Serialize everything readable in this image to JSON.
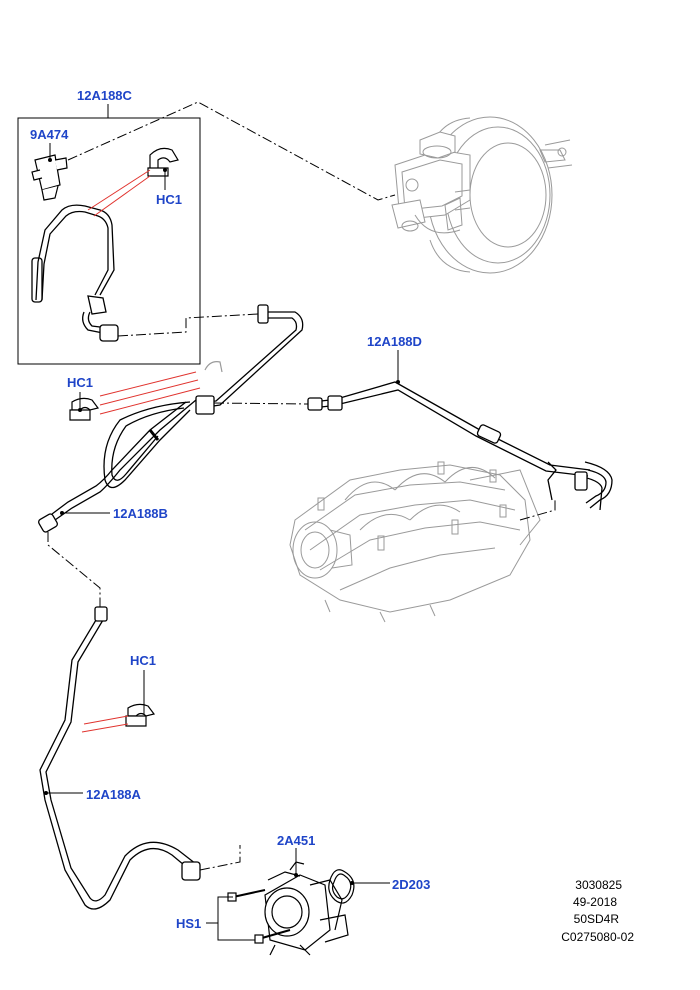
{
  "colors": {
    "callout": "#1f45c8",
    "line": "#000000",
    "phantom": "#9a9a9a",
    "red_leader": "#e0332e"
  },
  "callouts": {
    "12A188C": "12A188C",
    "9A474": "9A474",
    "HC1_top": "HC1",
    "12A188D": "12A188D",
    "HC1_mid": "HC1",
    "12A188B": "12A188B",
    "HC1_low": "HC1",
    "12A188A": "12A188A",
    "2A451": "2A451",
    "2D203": "2D203",
    "HS1": "HS1"
  },
  "reference": {
    "line1": "3030825",
    "line2": "49-2018",
    "line3": "50SD4R",
    "line4": "C0275080-02"
  }
}
